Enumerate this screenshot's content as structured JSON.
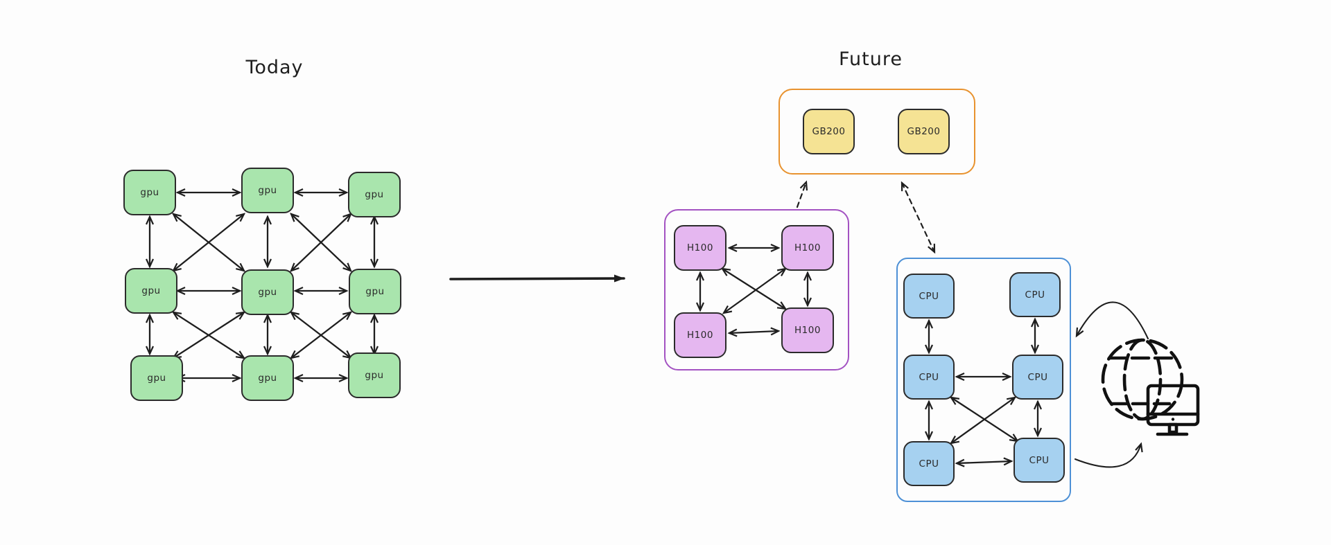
{
  "diagram": {
    "today": {
      "title": "Today",
      "gpu_grid": {
        "nodes": [
          {
            "label": "gpu"
          },
          {
            "label": "gpu"
          },
          {
            "label": "gpu"
          },
          {
            "label": "gpu"
          },
          {
            "label": "gpu"
          },
          {
            "label": "gpu"
          },
          {
            "label": "gpu"
          },
          {
            "label": "gpu"
          },
          {
            "label": "gpu"
          }
        ]
      }
    },
    "future": {
      "title": "Future",
      "gb200_cluster": {
        "nodes": [
          {
            "label": "GB200"
          },
          {
            "label": "GB200"
          }
        ]
      },
      "h100_cluster": {
        "nodes": [
          {
            "label": "H100"
          },
          {
            "label": "H100"
          },
          {
            "label": "H100"
          },
          {
            "label": "H100"
          }
        ]
      },
      "cpu_cluster": {
        "nodes": [
          {
            "label": "CPU"
          },
          {
            "label": "CPU"
          },
          {
            "label": "CPU"
          },
          {
            "label": "CPU"
          },
          {
            "label": "CPU"
          },
          {
            "label": "CPU"
          }
        ]
      },
      "peripheral_icons": [
        {
          "name": "globe-icon"
        },
        {
          "name": "monitor-icon"
        }
      ]
    }
  },
  "colors": {
    "gpu-fill": "#a9e5ad",
    "h100-fill": "#e5b7f0",
    "gb200-fill": "#f5e394",
    "cpu-fill": "#a6d1f0",
    "orange-border": "#e8922e",
    "purple-border": "#a352c2",
    "blue-border": "#4d90d6",
    "ink": "#1e1e1e"
  }
}
